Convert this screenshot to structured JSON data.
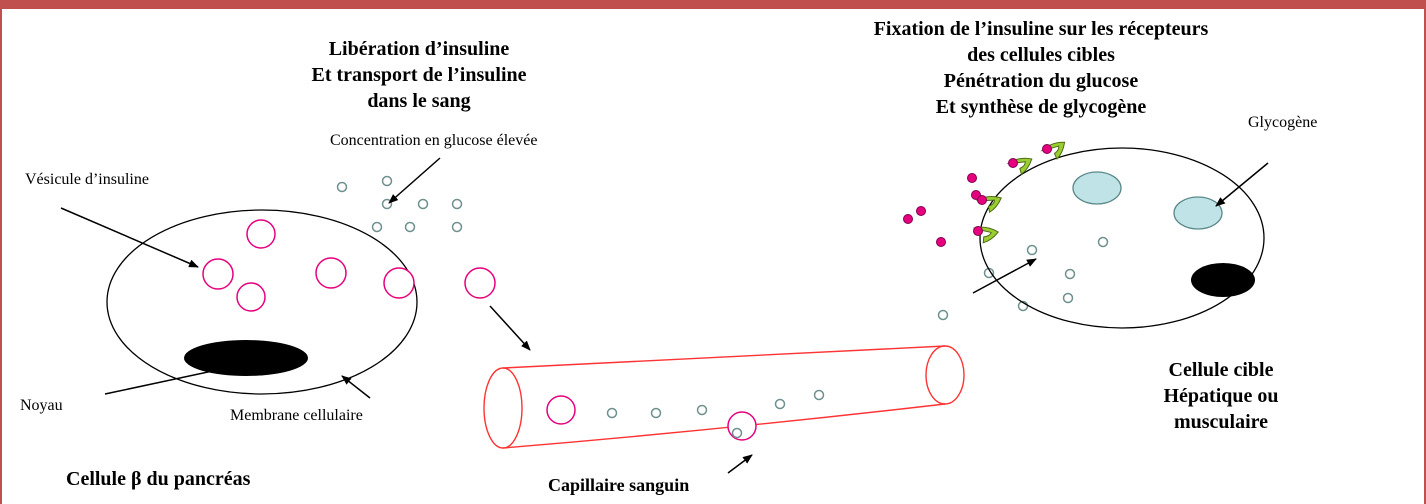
{
  "colors": {
    "frame": "#c0504d",
    "capillary": "#ff3333",
    "insulin_dot": "#e6007e",
    "glucose": "#7fa6a6",
    "receptor": "#9acd32",
    "glycogen_fill": "#bfe3e6",
    "nucleus": "#000000"
  },
  "texts": {
    "liberation_line1": "Libération d’insuline",
    "liberation_line2": "Et transport de l’insuline",
    "liberation_line3": "dans le sang",
    "fixation_line1": "Fixation de l’insuline sur les récepteurs",
    "fixation_line2": "des cellules cibles",
    "fixation_line3": "Pénétration du glucose",
    "fixation_line4": "Et synthèse de glycogène",
    "concentration": "Concentration en glucose élevée",
    "vesicule": "Vésicule d’insuline",
    "noyau": "Noyau",
    "membrane": "Membrane cellulaire",
    "beta_cell": "Cellule β du pancréas",
    "capillaire": "Capillaire sanguin",
    "glycogene": "Glycogène",
    "target_line1": "Cellule cible",
    "target_line2": "Hépatique ou",
    "target_line3": "musculaire"
  }
}
